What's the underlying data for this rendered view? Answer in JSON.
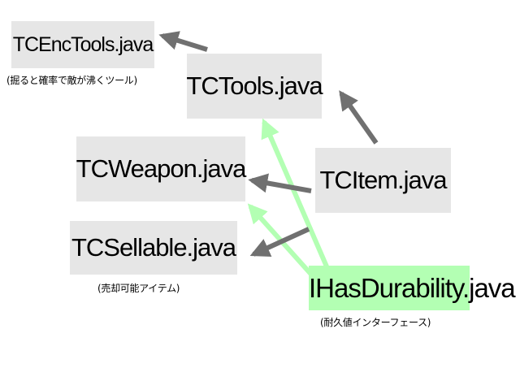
{
  "diagram": {
    "nodes": {
      "tcenctools": {
        "label": "TCEncTools.java",
        "note": "(掘ると確率で敵が沸くツール)"
      },
      "tctools": {
        "label": "TCTools.java"
      },
      "tcweapon": {
        "label": "TCWeapon.java"
      },
      "tcitem": {
        "label": "TCItem.java"
      },
      "tcsellable": {
        "label": "TCSellable.java",
        "note": "(売却可能アイテム)"
      },
      "ihasdurability": {
        "label": "IHasDurability.java",
        "note": "(耐久値インターフェース)"
      }
    },
    "edges": [
      {
        "from": "tctools",
        "to": "tcenctools",
        "style": "gray"
      },
      {
        "from": "tcitem",
        "to": "tctools",
        "style": "gray"
      },
      {
        "from": "tcitem",
        "to": "tcweapon",
        "style": "gray"
      },
      {
        "from": "tcitem",
        "to": "tcsellable",
        "style": "gray"
      },
      {
        "from": "ihasdurability",
        "to": "tctools",
        "style": "green"
      },
      {
        "from": "ihasdurability",
        "to": "tcweapon",
        "style": "green"
      }
    ],
    "colors": {
      "gray_arrow": "#707070",
      "green_arrow": "#b3ffb3",
      "node_fill": "#e6e6e6",
      "interface_fill": "#b3ffb3"
    }
  }
}
